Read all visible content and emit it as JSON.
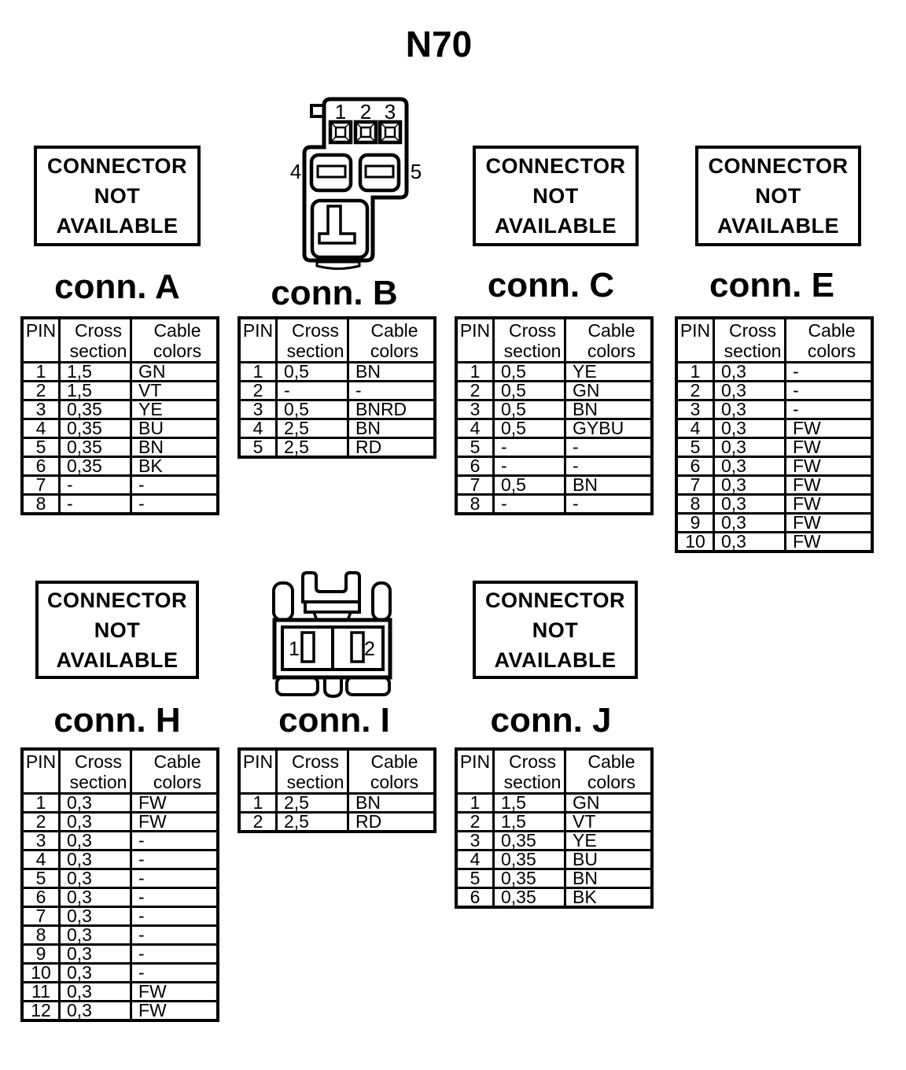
{
  "page_title": "N70",
  "not_available": {
    "lines": [
      "CONNECTOR",
      "NOT",
      "AVAILABLE"
    ]
  },
  "table_header": {
    "pin": "PIN",
    "cross_section": "Cross section",
    "cable_colors": "Cable colors"
  },
  "colors": {
    "ink": "#000000",
    "paper": "#ffffff"
  },
  "connectors": {
    "A": {
      "label": "conn. A",
      "connector_available": false,
      "rows": [
        [
          "1",
          "1,5",
          "GN"
        ],
        [
          "2",
          "1,5",
          "VT"
        ],
        [
          "3",
          "0,35",
          "YE"
        ],
        [
          "4",
          "0,35",
          "BU"
        ],
        [
          "5",
          "0,35",
          "BN"
        ],
        [
          "6",
          "0,35",
          "BK"
        ],
        [
          "7",
          "-",
          "-"
        ],
        [
          "8",
          "-",
          "-"
        ]
      ]
    },
    "B": {
      "label": "conn. B",
      "connector_available": true,
      "pin_labels": [
        "1",
        "2",
        "3",
        "4",
        "5"
      ],
      "rows": [
        [
          "1",
          "0,5",
          "BN"
        ],
        [
          "2",
          "-",
          "-"
        ],
        [
          "3",
          "0,5",
          "BNRD"
        ],
        [
          "4",
          "2,5",
          "BN"
        ],
        [
          "5",
          "2,5",
          "RD"
        ]
      ]
    },
    "C": {
      "label": "conn. C",
      "connector_available": false,
      "rows": [
        [
          "1",
          "0,5",
          "YE"
        ],
        [
          "2",
          "0,5",
          "GN"
        ],
        [
          "3",
          "0,5",
          "BN"
        ],
        [
          "4",
          "0,5",
          "GYBU"
        ],
        [
          "5",
          "-",
          "-"
        ],
        [
          "6",
          "-",
          "-"
        ],
        [
          "7",
          "0,5",
          "BN"
        ],
        [
          "8",
          "-",
          "-"
        ]
      ]
    },
    "E": {
      "label": "conn. E",
      "connector_available": false,
      "rows": [
        [
          "1",
          "0,3",
          "-"
        ],
        [
          "2",
          "0,3",
          "-"
        ],
        [
          "3",
          "0,3",
          "-"
        ],
        [
          "4",
          "0,3",
          "FW"
        ],
        [
          "5",
          "0,3",
          "FW"
        ],
        [
          "6",
          "0,3",
          "FW"
        ],
        [
          "7",
          "0,3",
          "FW"
        ],
        [
          "8",
          "0,3",
          "FW"
        ],
        [
          "9",
          "0,3",
          "FW"
        ],
        [
          "10",
          "0,3",
          "FW"
        ]
      ]
    },
    "H": {
      "label": "conn. H",
      "connector_available": false,
      "rows": [
        [
          "1",
          "0,3",
          "FW"
        ],
        [
          "2",
          "0,3",
          "FW"
        ],
        [
          "3",
          "0,3",
          "-"
        ],
        [
          "4",
          "0,3",
          "-"
        ],
        [
          "5",
          "0,3",
          "-"
        ],
        [
          "6",
          "0,3",
          "-"
        ],
        [
          "7",
          "0,3",
          "-"
        ],
        [
          "8",
          "0,3",
          "-"
        ],
        [
          "9",
          "0,3",
          "-"
        ],
        [
          "10",
          "0,3",
          "-"
        ],
        [
          "11",
          "0,3",
          "FW"
        ],
        [
          "12",
          "0,3",
          "FW"
        ]
      ]
    },
    "I": {
      "label": "conn. I",
      "connector_available": true,
      "pin_labels": [
        "1",
        "2"
      ],
      "rows": [
        [
          "1",
          "2,5",
          "BN"
        ],
        [
          "2",
          "2,5",
          "RD"
        ]
      ]
    },
    "J": {
      "label": "conn. J",
      "connector_available": false,
      "rows": [
        [
          "1",
          "1,5",
          "GN"
        ],
        [
          "2",
          "1,5",
          "VT"
        ],
        [
          "3",
          "0,35",
          "YE"
        ],
        [
          "4",
          "0,35",
          "BU"
        ],
        [
          "5",
          "0,35",
          "BN"
        ],
        [
          "6",
          "0,35",
          "BK"
        ]
      ]
    }
  }
}
